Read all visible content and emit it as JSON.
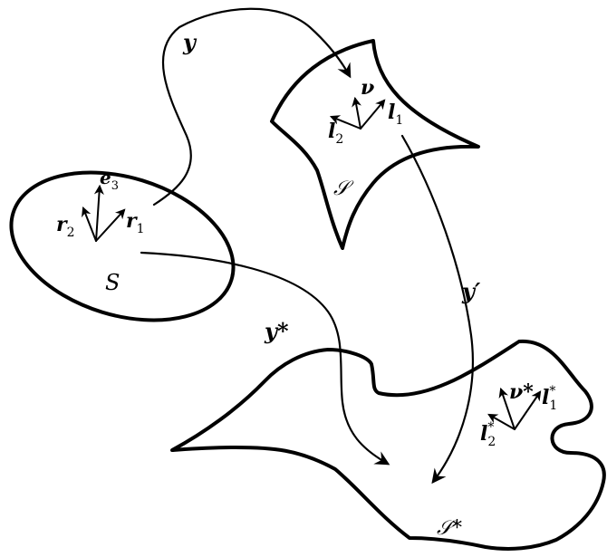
{
  "labels": {
    "map_y": "y",
    "map_y_star": "y*",
    "map_y_prime": "y′",
    "region_S": "S",
    "surface_script_s": "𝒮",
    "surface_script_s_star": "𝒮*",
    "e3_base": "e",
    "e3_sub": "3",
    "r1_base": "r",
    "r1_sub": "1",
    "r2_base": "r",
    "r2_sub": "2",
    "nu": "ν",
    "l1_base": "l",
    "l1_sub": "1",
    "l2_base": "l",
    "l2_sub": "2",
    "nu_star": "ν*",
    "l1_star_base": "l",
    "l1_star_sub": "1",
    "l1_star_sup": "*",
    "l2_star_base": "l",
    "l2_star_sub": "2",
    "l2_star_sup": "*"
  },
  "colors": {
    "stroke": "#000000",
    "background": "#ffffff"
  }
}
